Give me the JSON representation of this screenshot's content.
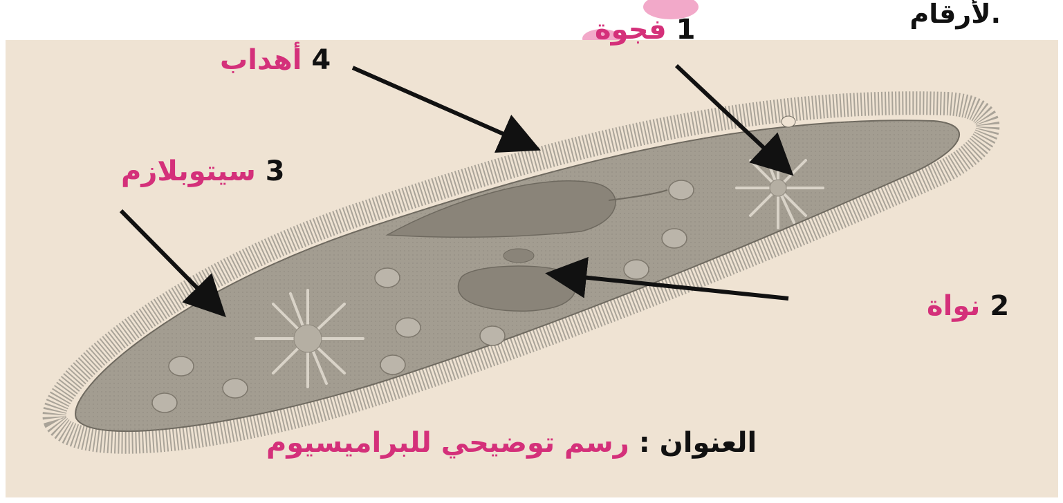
{
  "top_text": "لأرقام.",
  "labels": {
    "vacuole": {
      "number": "1",
      "text": "فجوة"
    },
    "nucleus": {
      "number": "2",
      "text": "نواة"
    },
    "cytoplasm": {
      "number": "3",
      "text": "سيتوبلازم"
    },
    "cilia": {
      "number": "4",
      "text": "أهداب"
    }
  },
  "title": {
    "key": "العنوان :",
    "value": "رسم توضيحي للبراميسيوم"
  },
  "colors": {
    "panel": "#efe3d3",
    "label_text": "#d4307a",
    "cell": "#a09a8e",
    "arrow": "#111111"
  }
}
